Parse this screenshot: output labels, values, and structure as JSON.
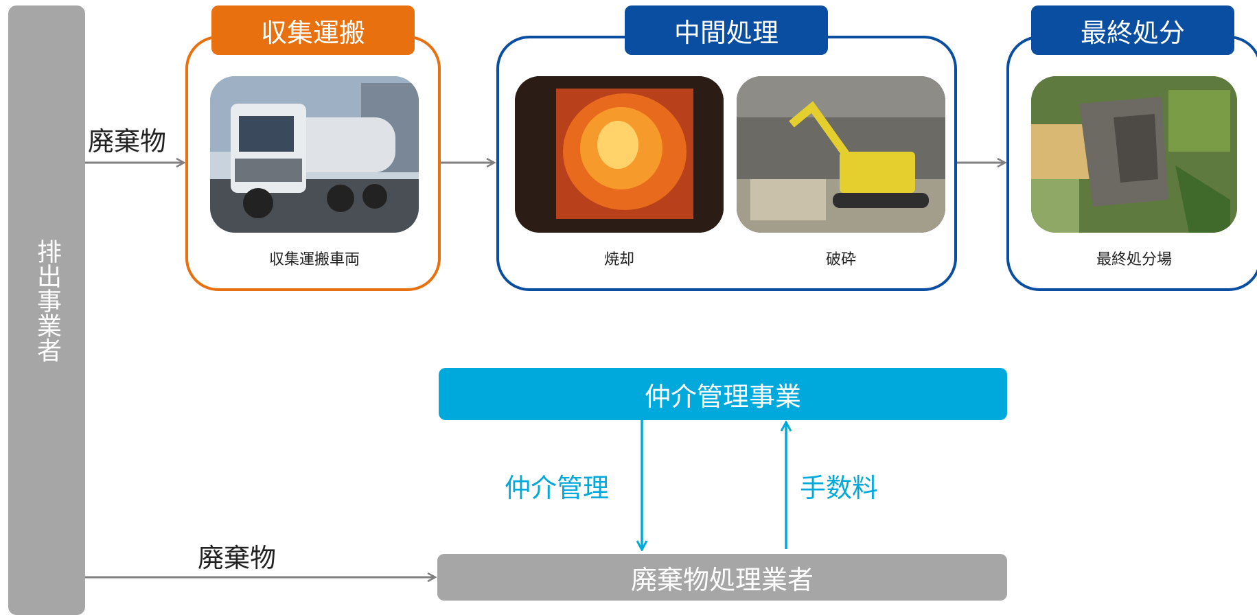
{
  "emitter": {
    "label": "排出事業者"
  },
  "waste_label_top": "廃棄物",
  "waste_label_bottom": "廃棄物",
  "stages": {
    "collection": {
      "title": "収集運搬",
      "caption": "収集運搬車両",
      "color": "#e8700e"
    },
    "intermediate": {
      "title": "中間処理",
      "captions": [
        "焼却",
        "破砕"
      ],
      "color": "#0a4ea1"
    },
    "final": {
      "title": "最終処分",
      "caption": "最終処分場",
      "color": "#0a4ea1"
    }
  },
  "mediation": {
    "title": "仲介管理事業",
    "down_label": "仲介管理",
    "up_label": "手数料",
    "color": "#00a9dc"
  },
  "handler": {
    "title": "廃棄物処理業者"
  }
}
